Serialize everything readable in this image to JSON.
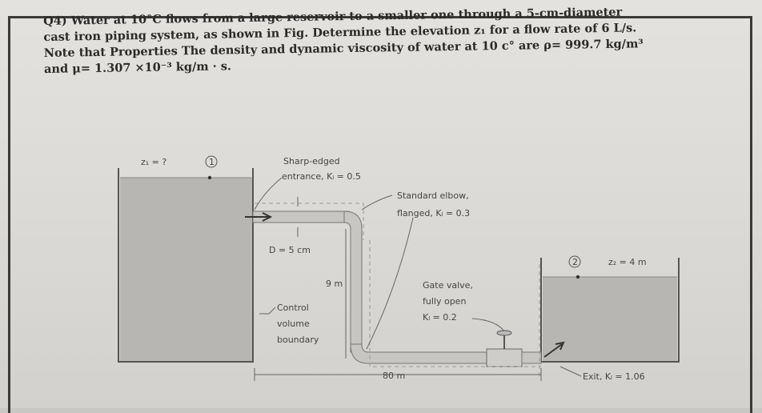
{
  "question": {
    "lines": [
      "Q4) Water at 10°C flows from a large reservoir to a smaller one through a 5-cm-diameter",
      "cast iron piping system, as shown in Fig. Determine the elevation z₁ for a flow rate of 6 L/s.",
      "Note that Properties The density and dynamic viscosity of water at 10 c° are ρ= 999.7 kg/m³",
      "and μ= 1.307 ×10⁻³ kg/m · s."
    ]
  },
  "figure": {
    "z1_label": "z₁ = ?",
    "point1": "1",
    "entrance_line1": "Sharp-edged",
    "entrance_line2": "entrance, Kₗ = 0.5",
    "elbow_line1": "Standard elbow,",
    "elbow_line2": "flanged, Kₗ = 0.3",
    "diameter": "D = 5 cm",
    "height": "9 m",
    "control_line1": "Control",
    "control_line2": "volume",
    "control_line3": "boundary",
    "gate_line1": "Gate valve,",
    "gate_line2": "fully open",
    "gate_line3": "Kₗ = 0.2",
    "point2": "2",
    "z2_label": "z₂ = 4 m",
    "length": "80 m",
    "exit_label": "Exit, Kₗ = 1.06"
  }
}
